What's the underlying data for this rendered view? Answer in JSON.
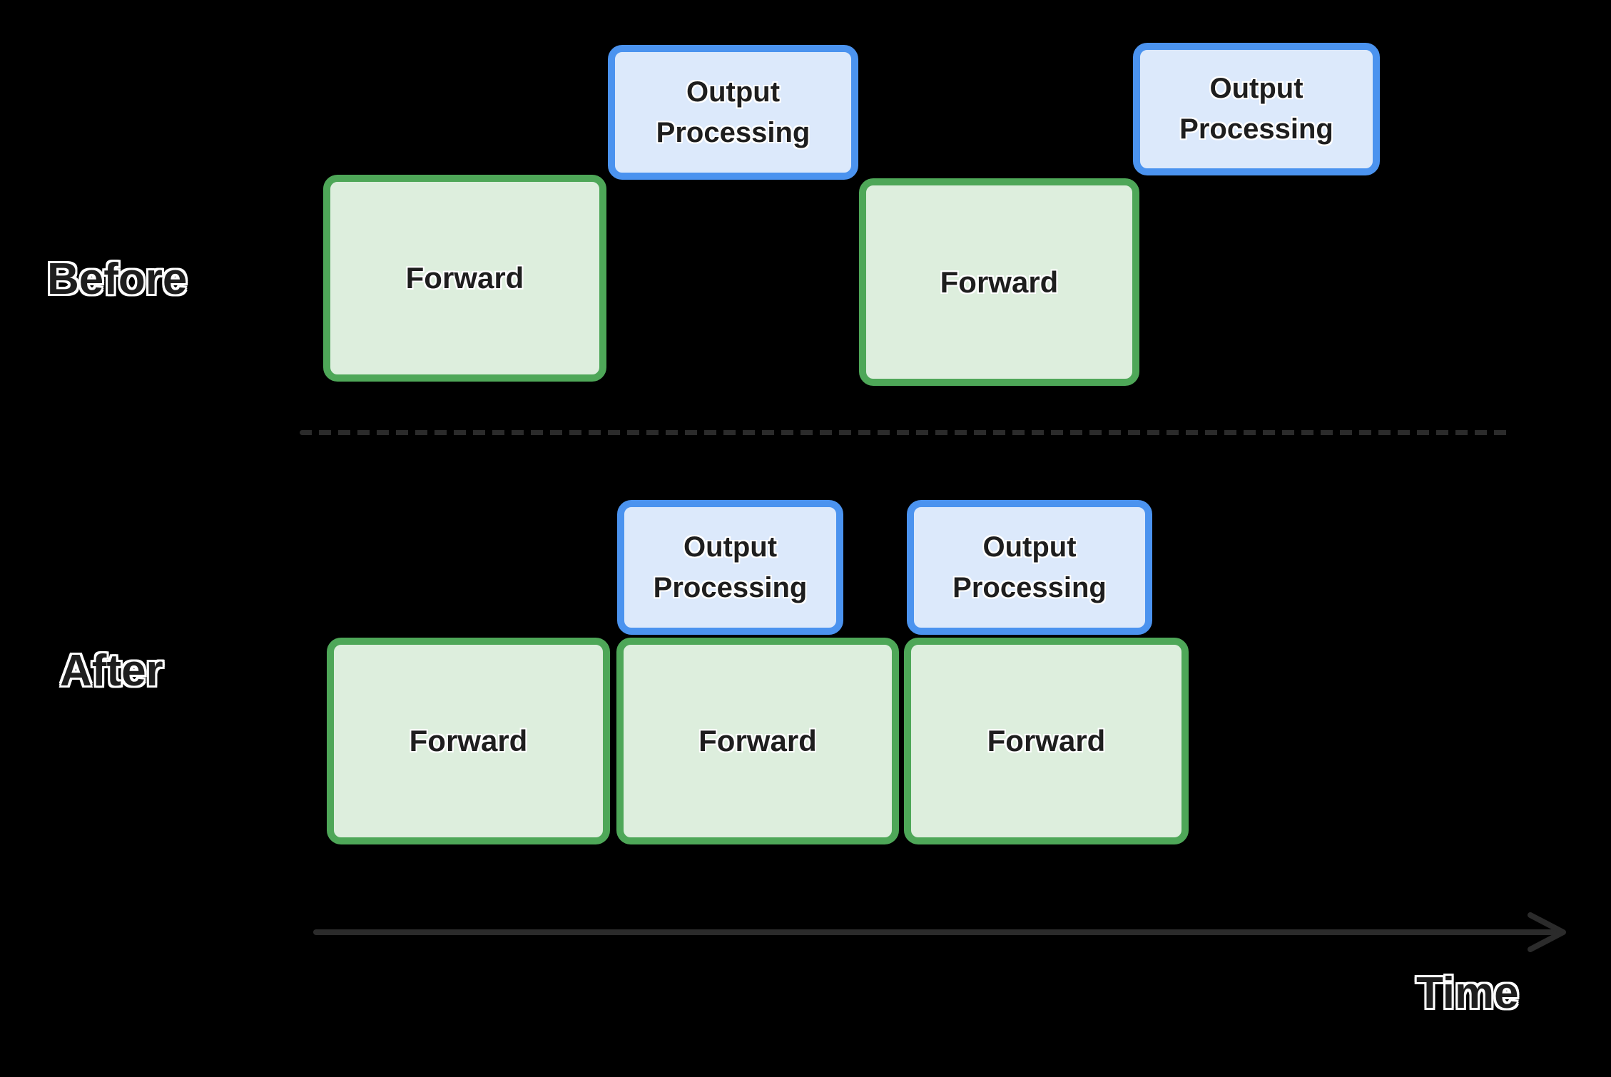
{
  "colors": {
    "background": "#000000",
    "forward_fill": "#ddeedd",
    "forward_border": "#4ea758",
    "output_fill": "#dce9fb",
    "output_border": "#4b93ef",
    "label_text": "#1e1e1e",
    "label_outline": "#ffffff",
    "dash": "#2b2b2b",
    "arrow": "#2b2b2b"
  },
  "rows": [
    {
      "label": "Before",
      "boxes": [
        {
          "type": "forward",
          "label": "Forward"
        },
        {
          "type": "output",
          "label": "Output Processing"
        },
        {
          "type": "forward",
          "label": "Forward"
        },
        {
          "type": "output",
          "label": "Output Processing"
        }
      ]
    },
    {
      "label": "After",
      "boxes": [
        {
          "type": "output",
          "label": "Output Processing"
        },
        {
          "type": "output",
          "label": "Output Processing"
        },
        {
          "type": "forward",
          "label": "Forward"
        },
        {
          "type": "forward",
          "label": "Forward"
        },
        {
          "type": "forward",
          "label": "Forward"
        }
      ]
    }
  ],
  "axis": {
    "label": "Time"
  }
}
